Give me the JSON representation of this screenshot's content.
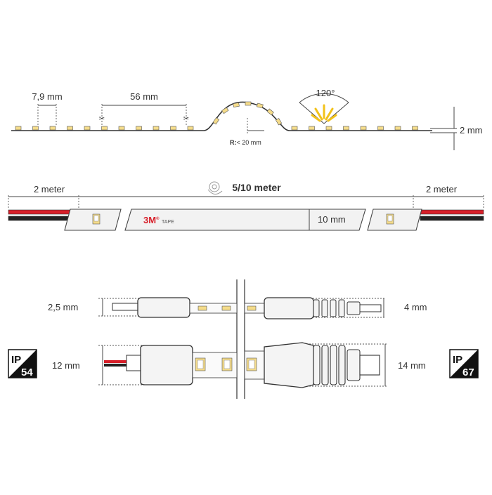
{
  "strip_detail": {
    "led_pitch_label": "7,9 mm",
    "cut_interval_label": "56 mm",
    "beam_angle_label": "120°",
    "bend_radius_label": "R:< 20 mm",
    "thickness_label": "2 mm",
    "cut_icon": "scissors-icon"
  },
  "length_overview": {
    "lead_left_label": "2 meter",
    "strip_length_label": "5/10 meter",
    "lead_right_label": "2 meter",
    "width_label": "10 mm",
    "tape_brand": "3M",
    "tape_brand_suffix": "®",
    "tape_label": "TAPE",
    "reel_icon": "reel-icon"
  },
  "connector_detail": {
    "ip54_thin_label": "2,5 mm",
    "ip67_thin_label": "4 mm",
    "ip54_thick_label": "12 mm",
    "ip67_thick_label": "14 mm",
    "badge_left": {
      "prefix": "IP",
      "rating": "54"
    },
    "badge_right": {
      "prefix": "IP",
      "rating": "67"
    }
  },
  "colors": {
    "led_yellow": "#f5dc8a",
    "wire_red": "#d8202a",
    "wire_black": "#222222",
    "outline": "#333333"
  }
}
